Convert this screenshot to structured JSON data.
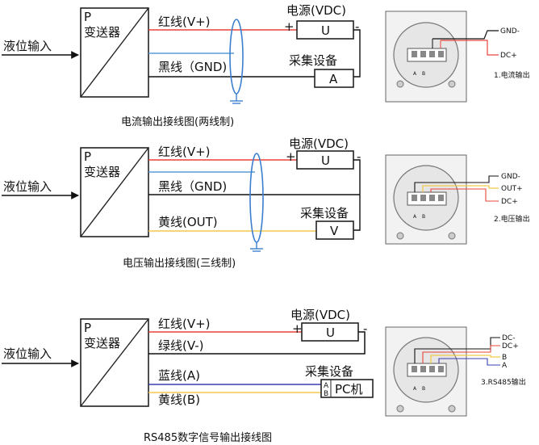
{
  "diagram_1": {
    "input_label": "液位输入",
    "transmitter_p": "P",
    "transmitter_name": "变送器",
    "red_wire": "红线(V+)",
    "black_wire": "黑线（GND)",
    "power_label": "电源(VDC)",
    "plus": "+",
    "minus": "-",
    "power_box": "U",
    "device_label": "采集设备",
    "device_box": "A",
    "caption": "电流输出接线图(两线制)",
    "side_wires": [
      "GND-",
      "DC+"
    ],
    "side_caption": "1.电流输出",
    "terminals": [
      "A",
      "B"
    ]
  },
  "diagram_2": {
    "input_label": "液位输入",
    "transmitter_p": "P",
    "transmitter_name": "变送器",
    "red_wire": "红线(V+)",
    "black_wire": "黑线（GND)",
    "yellow_wire": "黄线(OUT)",
    "power_label": "电源(VDC)",
    "plus": "+",
    "minus": "-",
    "power_box": "U",
    "device_label": "采集设备",
    "device_box": "V",
    "caption": "电压输出接线图(三线制)",
    "side_wires": [
      "GND-",
      "OUT+",
      "DC+"
    ],
    "side_caption": "2.电压输出",
    "terminals": [
      "A",
      "B"
    ]
  },
  "diagram_3": {
    "input_label": "液位输入",
    "transmitter_p": "P",
    "transmitter_name": "变送器",
    "red_wire": "红线(V+)",
    "green_wire": "绿线(V-)",
    "blue_wire": "蓝线(A)",
    "yellow_wire": "黄线(B)",
    "power_label": "电源(VDC)",
    "plus": "+",
    "minus": "-",
    "power_box": "U",
    "device_label": "采集设备",
    "pc_a": "A",
    "pc_b": "B",
    "pc_label": "PC机",
    "caption": "RS485数字信号输出接线图",
    "side_wires": [
      "DC-",
      "DC+",
      "B",
      "A"
    ],
    "side_caption": "3.RS485输出",
    "terminals": [
      "A",
      "B"
    ]
  },
  "colors": {
    "red_wire": "#e8443a",
    "blue_wire": "#5b9bd5",
    "yellow_wire": "#f2c94c",
    "navy_wire": "#3b3fb0",
    "black_wire": "#111111",
    "coil": "#3a7fd0"
  }
}
